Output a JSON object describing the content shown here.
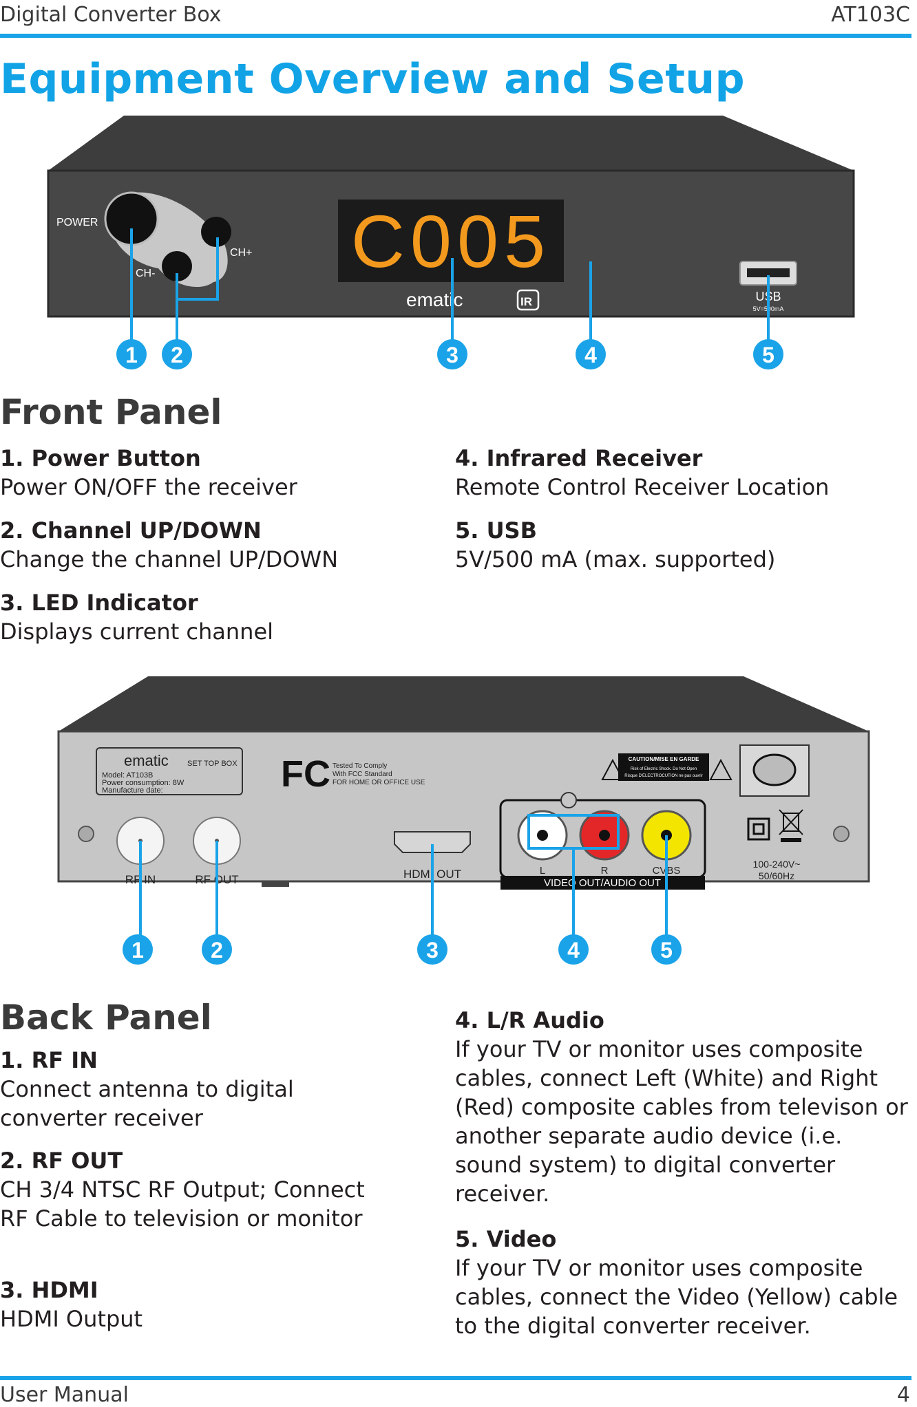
{
  "header": {
    "left": "Digital Converter Box",
    "right": "AT103C"
  },
  "page_title": "Equipment Overview and Setup",
  "front_illustration": {
    "led_text": "C005",
    "labels": {
      "power": "POWER",
      "ch_minus": "CH-",
      "ch_plus": "CH+",
      "usb": "USB",
      "usb_spec": "5V=500mA",
      "brand": "ematic",
      "ir": "IR"
    },
    "callouts": [
      "1",
      "2",
      "3",
      "4",
      "5"
    ]
  },
  "front_panel": {
    "heading": "Front Panel",
    "items": [
      {
        "title": "1. Power Button",
        "desc": "Power ON/OFF the receiver"
      },
      {
        "title": "2. Channel UP/DOWN",
        "desc": "Change the channel UP/DOWN"
      },
      {
        "title": "3. LED Indicator",
        "desc": "Displays current channel"
      },
      {
        "title": "4. Infrared Receiver",
        "desc": "Remote Control Receiver Location"
      },
      {
        "title": "5. USB",
        "desc": "5V/500 mA (max. supported)"
      }
    ]
  },
  "back_illustration": {
    "label_box": {
      "brand": "ematic",
      "sub": "SET TOP BOX",
      "line1": "Model: AT103B",
      "line2": "Power consumption: 8W",
      "line3": "Manufacture date:"
    },
    "fcc": {
      "logo": "FC",
      "line1": "Tested To Comply",
      "line2": "With FCC Standard",
      "line3": "FOR HOME OR OFFICE USE"
    },
    "caution": {
      "title": "CAUTION/MISE EN GARDE",
      "line1": "Risk of Electric Shock. Do Not Open",
      "line2": "Risque D'ELECTROCUTION ne pas ouvrir"
    },
    "ports": {
      "rf_in": "RF IN",
      "rf_out": "RF OUT",
      "hdmi": "HDMI OUT",
      "l": "L",
      "r": "R",
      "cvbs": "CVBS",
      "av": "VIDEO OUT/AUDIO OUT"
    },
    "power_spec1": "100-240V~",
    "power_spec2": "50/60Hz",
    "callouts": [
      "1",
      "2",
      "3",
      "4",
      "5"
    ]
  },
  "back_panel": {
    "heading": "Back Panel",
    "items": [
      {
        "title": "1. RF IN",
        "desc": "Connect antenna to digital converter receiver"
      },
      {
        "title": "2. RF OUT",
        "desc": "CH 3/4 NTSC RF Output; Connect RF Cable to television or monitor"
      },
      {
        "title": "3. HDMI",
        "desc": "HDMI Output"
      },
      {
        "title": "4. L/R Audio",
        "desc": "If your TV or monitor uses composite cables, connect Left (White) and Right (Red) composite cables from televison or another separate audio device (i.e. sound system) to digital converter receiver."
      },
      {
        "title": "5. Video",
        "desc": "If your TV or monitor uses composite cables, connect the Video (Yellow) cable to the digital converter receiver."
      }
    ]
  },
  "footer": {
    "left": "User Manual",
    "right": "4"
  },
  "colors": {
    "accent": "#1aa3e8",
    "led": "#f39a1e",
    "callout": "#1aa3e8"
  }
}
